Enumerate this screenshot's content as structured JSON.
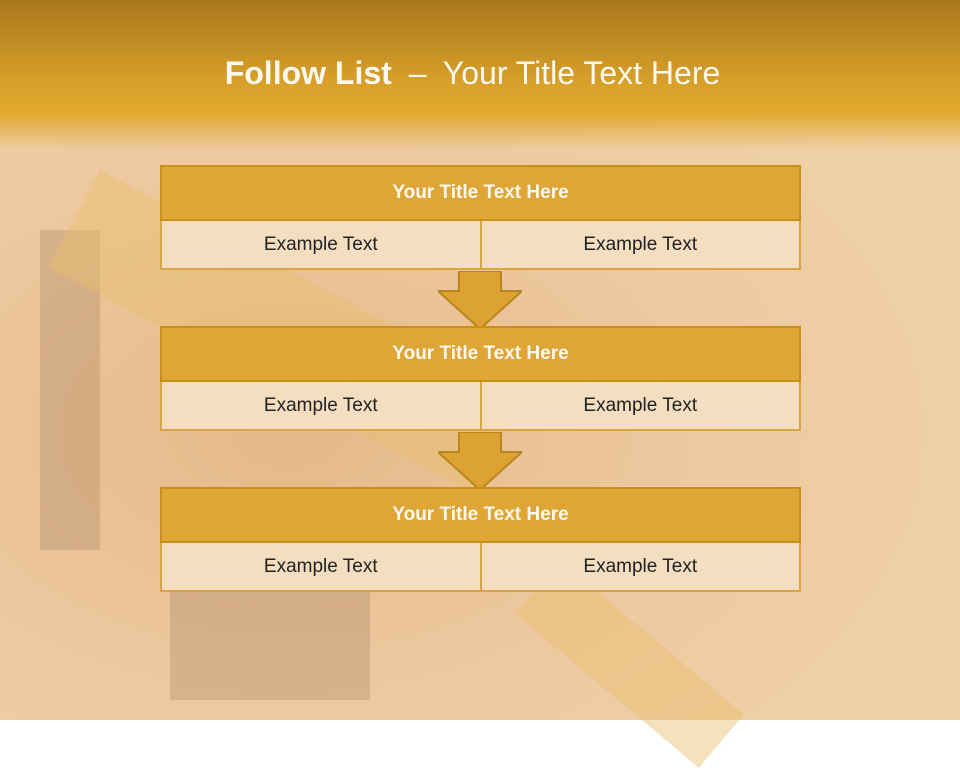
{
  "title": {
    "bold": "Follow List",
    "separator": "–",
    "rest": "Your Title Text Here"
  },
  "groups": [
    {
      "title": "Your Title Text Here",
      "cells": [
        "Example Text",
        "Example Text"
      ]
    },
    {
      "title": "Your Title Text Here",
      "cells": [
        "Example Text",
        "Example Text"
      ]
    },
    {
      "title": "Your Title Text Here",
      "cells": [
        "Example Text",
        "Example Text"
      ]
    }
  ],
  "colors": {
    "header": "#d8a02a",
    "box_title": "#dfa636",
    "cell": "#f5dec0",
    "arrow": "#dca232"
  }
}
